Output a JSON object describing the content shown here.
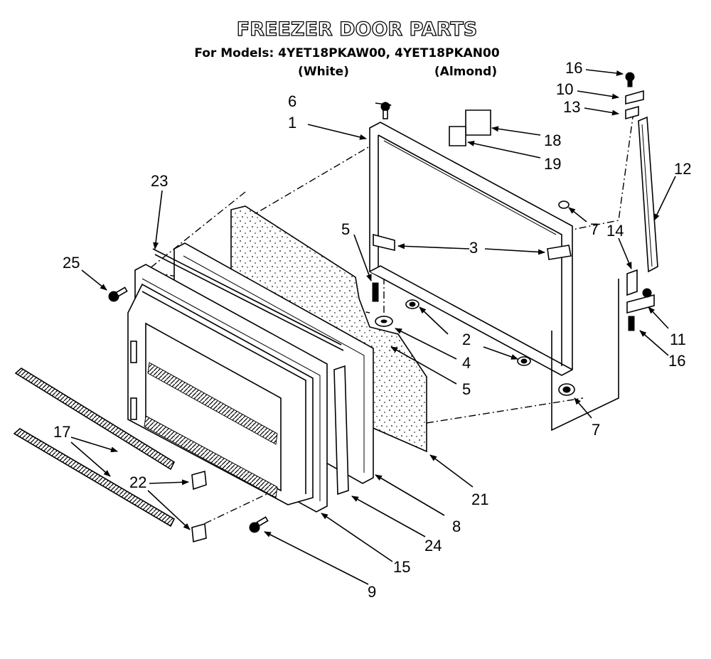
{
  "header": {
    "title": "FREEZER DOOR PARTS",
    "models_line": "For Models: 4YET18PKAW00,  4YET18PKAN00",
    "variant_white": "(White)",
    "variant_almond": "(Almond)"
  },
  "callouts": {
    "c1": "1",
    "c2": "2",
    "c3": "3",
    "c4": "4",
    "c5a": "5",
    "c5b": "5",
    "c6": "6",
    "c7a": "7",
    "c7b": "7",
    "c8": "8",
    "c9": "9",
    "c10": "10",
    "c11": "11",
    "c12": "12",
    "c13": "13",
    "c14": "14",
    "c15": "15",
    "c16a": "16",
    "c16b": "16",
    "c17": "17",
    "c18": "18",
    "c19": "19",
    "c21": "21",
    "c22": "22",
    "c23": "23",
    "c24": "24",
    "c25": "25"
  }
}
